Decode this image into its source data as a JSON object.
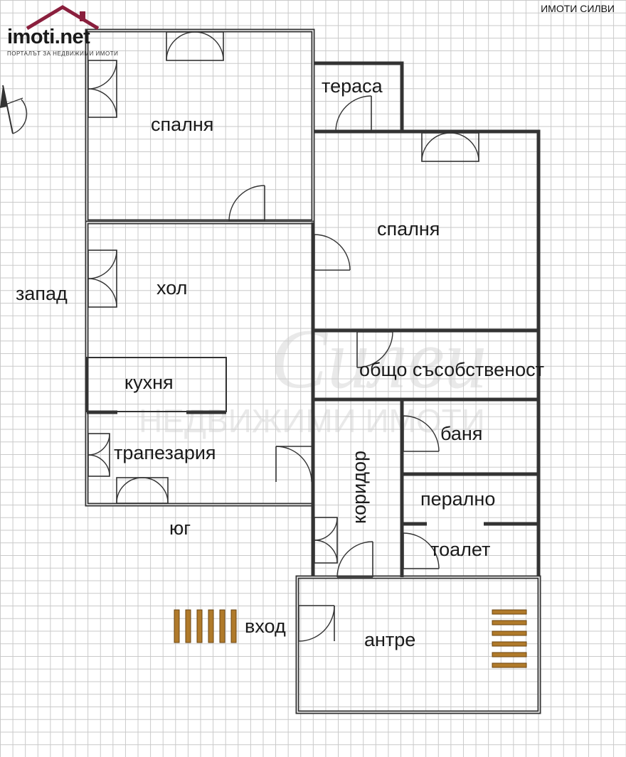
{
  "logo": {
    "brand": "imoti.net",
    "tagline": "ПОРТАЛЪТ ЗА НЕДВИЖИМИ ИМОТИ"
  },
  "agency_name": "ИМОТИ СИЛВИ",
  "watermark": {
    "line1": "Силви",
    "line2": "НЕДВИЖИМИ ИМОТИ"
  },
  "rooms": {
    "bedroom_1": "спалня",
    "terrace": "тераса",
    "bedroom_2": "спалня",
    "living_room": "хол",
    "kitchen": "кухня",
    "dining": "трапезария",
    "shared_ownership": "общо съсобственост",
    "bathroom": "баня",
    "corridor": "коридор",
    "laundry": "перално",
    "toilet": "тоалет",
    "hallway": "антре"
  },
  "directions": {
    "west": "запад",
    "south": "юг",
    "entrance": "вход"
  },
  "colors": {
    "walls": "#333333",
    "grid": "#c9c9c9",
    "stairs": "#b07a2a",
    "logo_roof": "#8a1f3d"
  }
}
